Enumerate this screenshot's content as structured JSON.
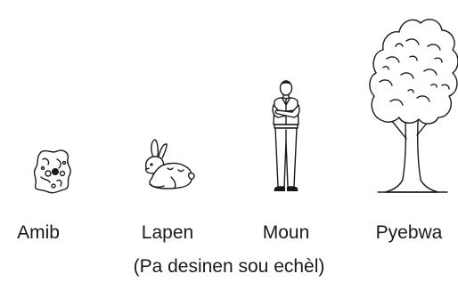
{
  "organisms": [
    {
      "label": "Amib",
      "icon": "amoeba-icon"
    },
    {
      "label": "Lapen",
      "icon": "rabbit-icon"
    },
    {
      "label": "Moun",
      "icon": "human-icon"
    },
    {
      "label": "Pyebwa",
      "icon": "tree-icon"
    }
  ],
  "caption": "(Pa desinen sou echèl)",
  "colors": {
    "ink": "#1a1a1a",
    "background": "#ffffff"
  }
}
